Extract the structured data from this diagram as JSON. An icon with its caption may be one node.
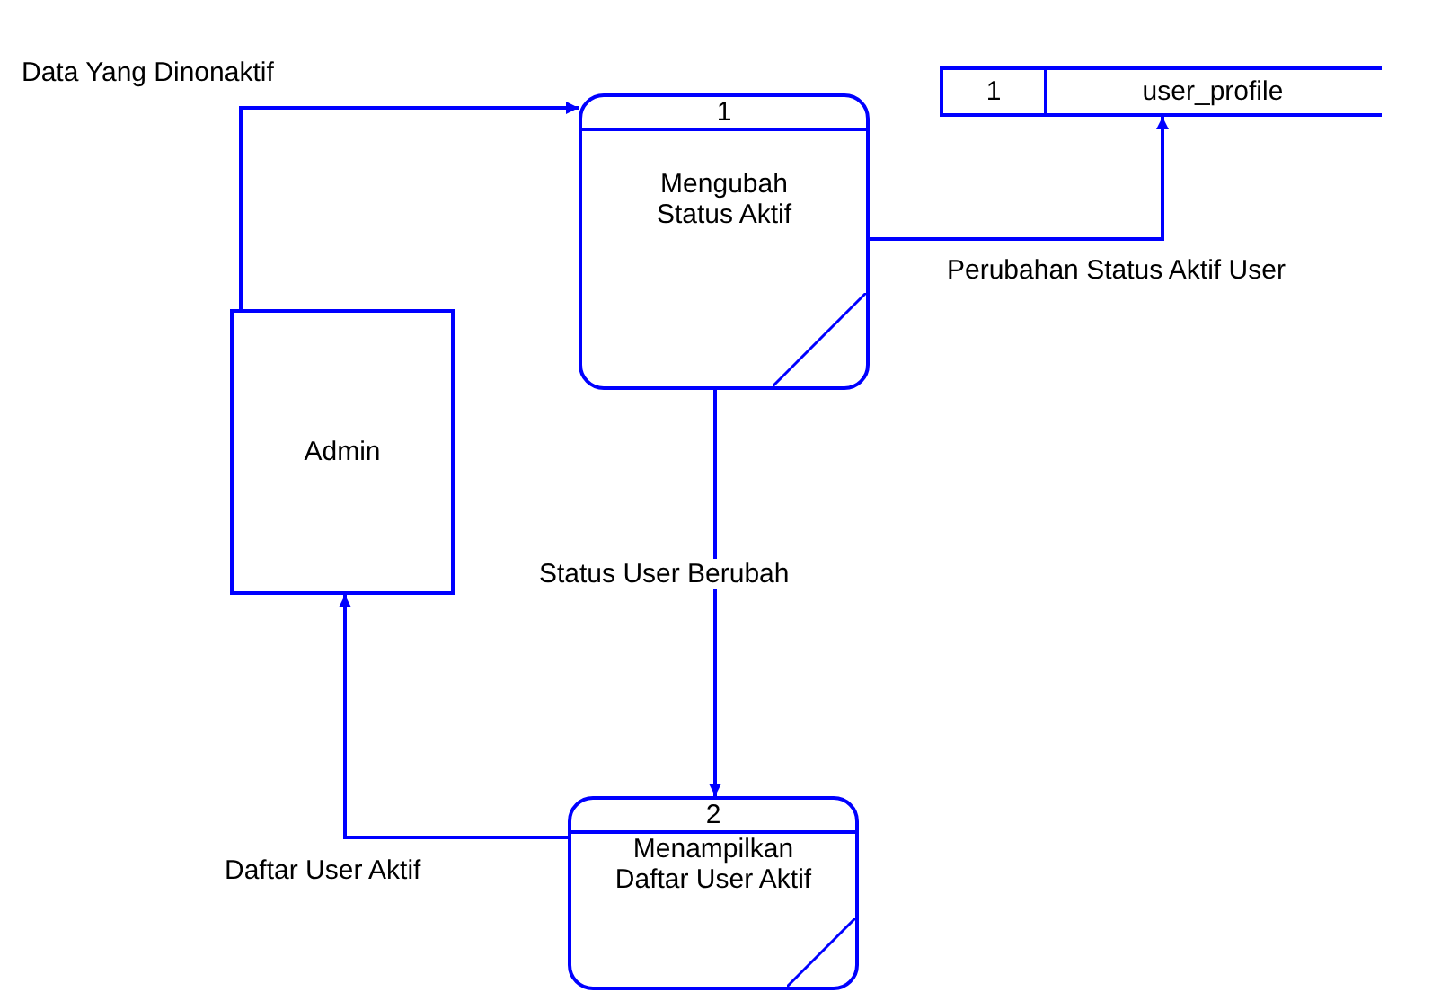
{
  "diagram": {
    "nodes": [
      {
        "text": [
          "Admin"
        ]
      },
      {
        "text": [
          "1",
          "Mengubah Status Aktif"
        ]
      },
      {
        "text": [
          "1",
          "user_profile"
        ]
      },
      {
        "text": [
          "2",
          "Menampilkan Daftar User Aktif"
        ]
      }
    ],
    "edges": [
      {
        "from": 0,
        "to": 1,
        "arrow": "to",
        "label": "Data Yang Dinonaktif"
      },
      {
        "from": 1,
        "to": 2,
        "arrow": "to",
        "label": "Perubahan Status Aktif User"
      },
      {
        "from": 1,
        "to": 3,
        "arrow": "to",
        "label": "Status User Berubah"
      },
      {
        "from": 3,
        "to": 0,
        "arrow": "to",
        "label": "Daftar User Aktif"
      }
    ]
  }
}
